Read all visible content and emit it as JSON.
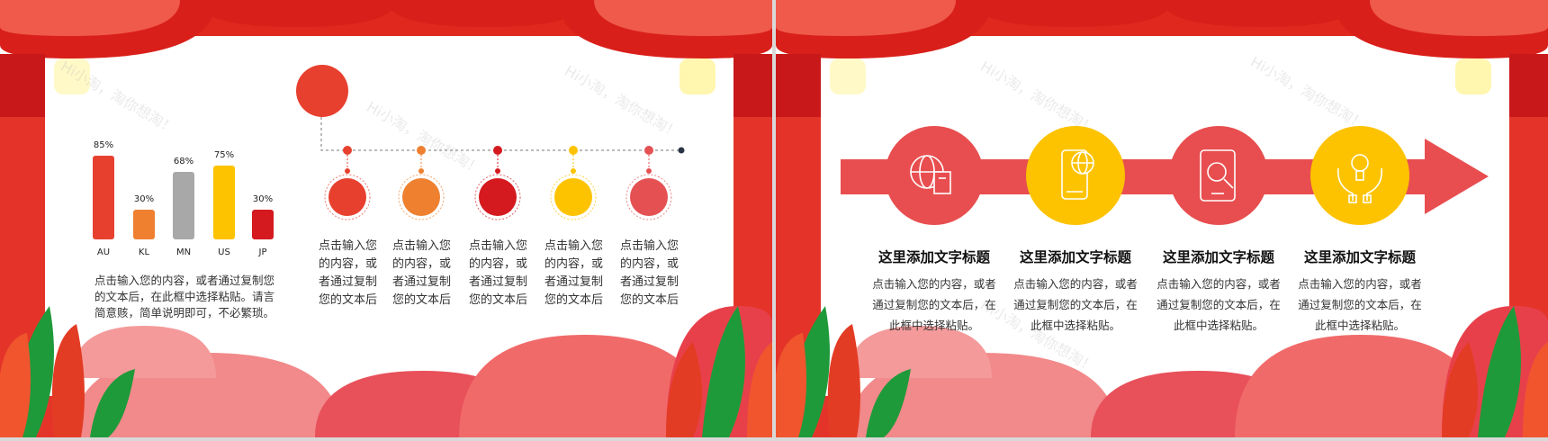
{
  "watermark": "Hi小淘，淘你想淘！",
  "colors": {
    "primary_red": "#e84e4f",
    "yellow": "#fdc300",
    "curtain": "#e0281e"
  },
  "slide1": {
    "chart_data": {
      "type": "bar",
      "categories": [
        "AU",
        "KL",
        "MN",
        "US",
        "JP"
      ],
      "values": [
        85,
        30,
        68,
        75,
        30
      ],
      "value_labels": [
        "85%",
        "30%",
        "68%",
        "75%",
        "30%"
      ],
      "colors": [
        "#e8402f",
        "#ee8030",
        "#a8a8a8",
        "#fdc300",
        "#d4191f"
      ],
      "ylim": [
        0,
        100
      ]
    },
    "paragraph": [
      "点击输入您的内容，或者通过复制您",
      "的文本后，在此框中选择粘贴。请言",
      "简意赅，简单说明即可，不必繁琐。"
    ],
    "timeline": {
      "colors": [
        "#e8402f",
        "#ee8030",
        "#d4191f",
        "#fdc300",
        "#e55153"
      ],
      "items": [
        [
          "点击输入您",
          "的内容，或",
          "者通过复制",
          "您的文本后"
        ],
        [
          "点击输入您",
          "的内容，或",
          "者通过复制",
          "您的文本后"
        ],
        [
          "点击输入您",
          "的内容，或",
          "者通过复制",
          "您的文本后"
        ],
        [
          "点击输入您",
          "的内容，或",
          "者通过复制",
          "您的文本后"
        ],
        [
          "点击输入您",
          "的内容，或",
          "者通过复制",
          "您的文本后"
        ]
      ]
    }
  },
  "slide2": {
    "steps": [
      {
        "icon": "globe-book-icon",
        "color": "#e84e4f",
        "title": "这里添加文字标题",
        "body": [
          "点击输入您的内容，或者",
          "通过复制您的文本后，在",
          "此框中选择粘贴。"
        ]
      },
      {
        "icon": "phone-globe-icon",
        "color": "#fdc300",
        "title": "这里添加文字标题",
        "body": [
          "点击输入您的内容，或者",
          "通过复制您的文本后，在",
          "此框中选择粘贴。"
        ]
      },
      {
        "icon": "tablet-search-icon",
        "color": "#e84e4f",
        "title": "这里添加文字标题",
        "body": [
          "点击输入您的内容，或者",
          "通过复制您的文本后，在",
          "此框中选择粘贴。"
        ]
      },
      {
        "icon": "hands-lightbulb-icon",
        "color": "#fdc300",
        "title": "这里添加文字标题",
        "body": [
          "点击输入您的内容，或者",
          "通过复制您的文本后，在",
          "此框中选择粘贴。"
        ]
      }
    ]
  }
}
